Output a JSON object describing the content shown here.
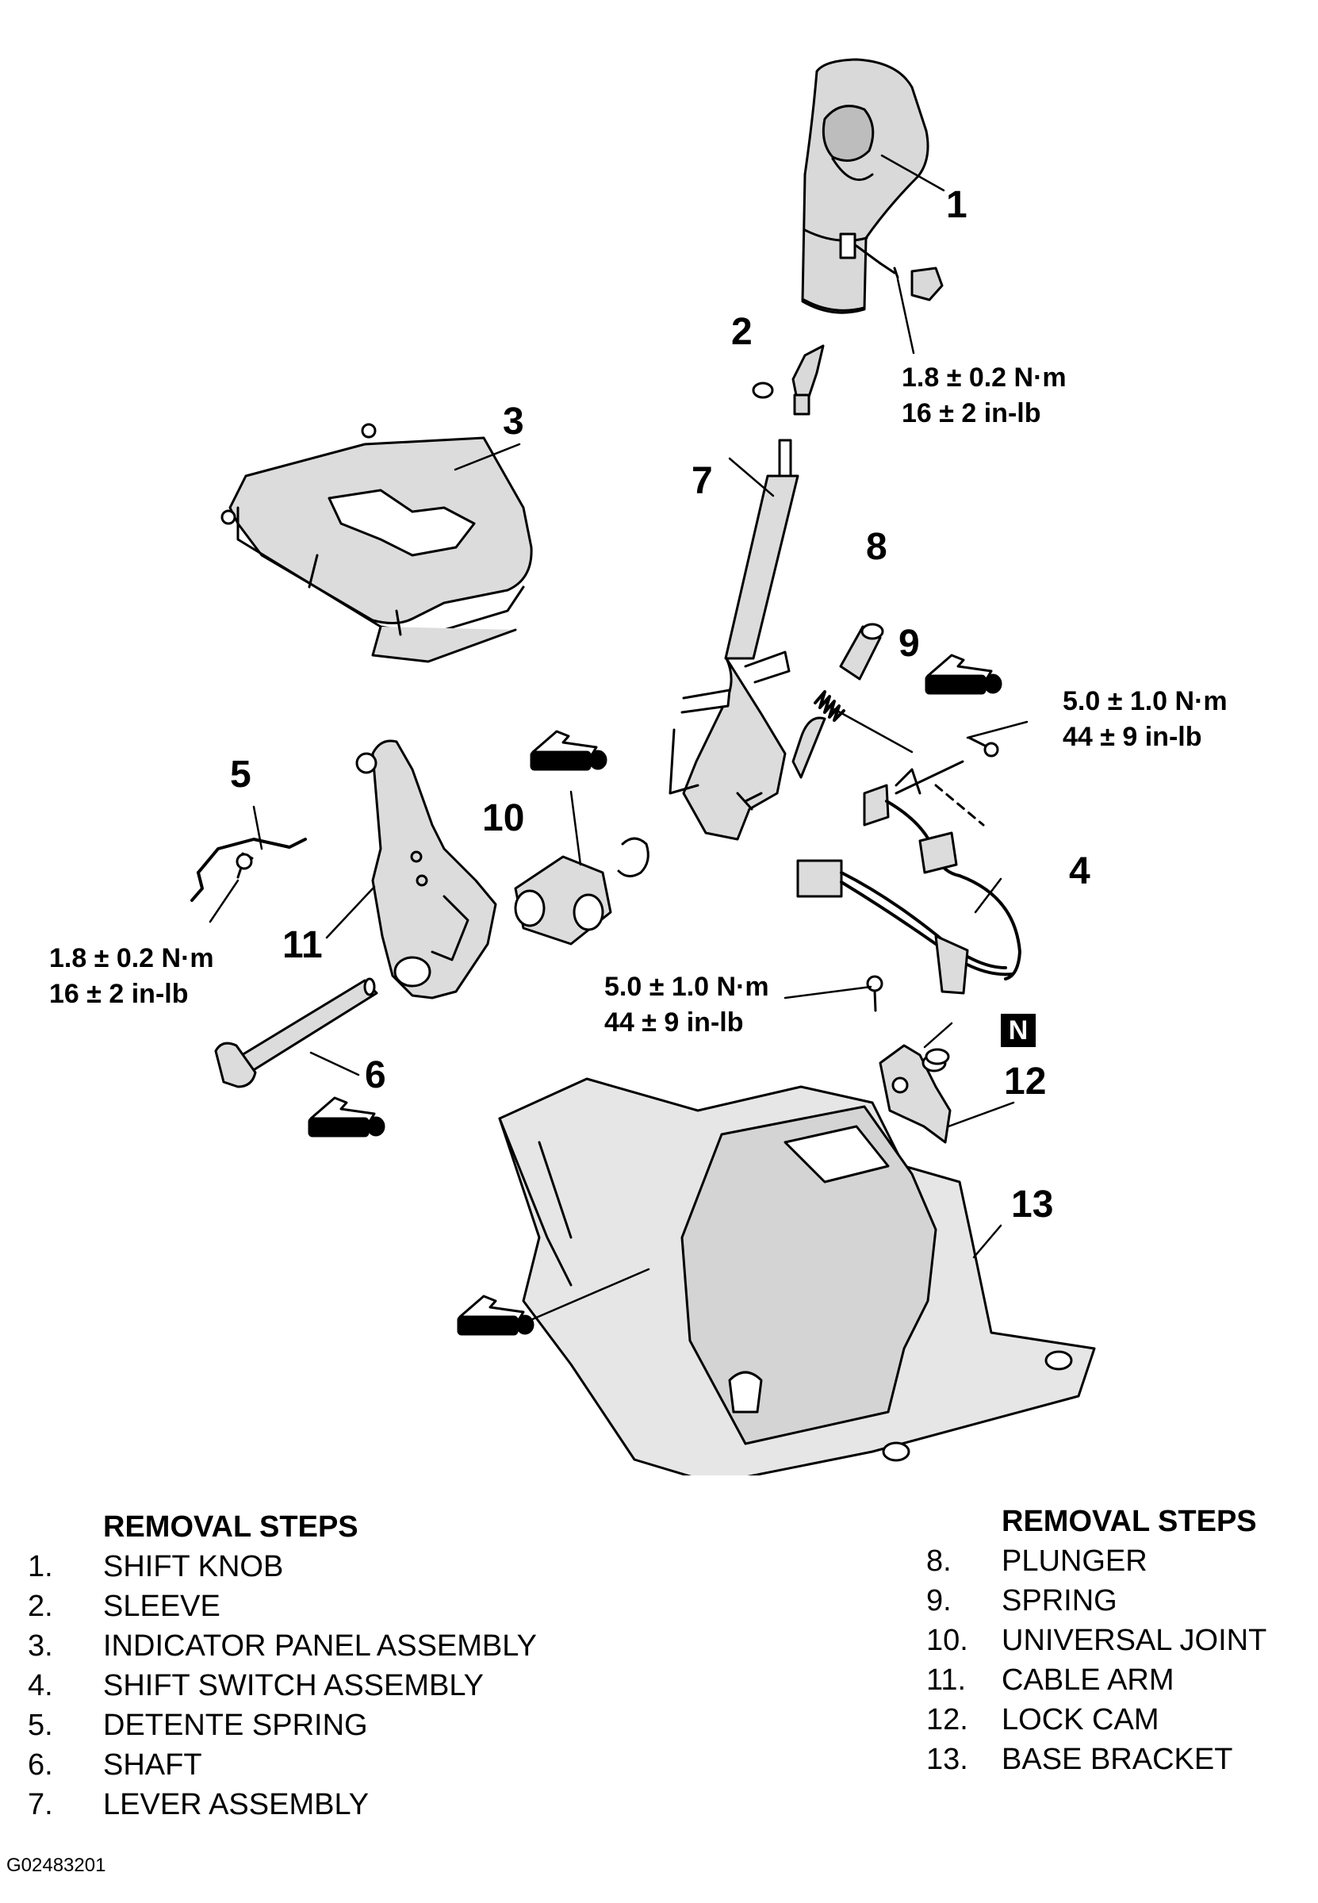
{
  "callouts": [
    {
      "id": "1",
      "label": "1"
    },
    {
      "id": "2",
      "label": "2"
    },
    {
      "id": "3",
      "label": "3"
    },
    {
      "id": "4",
      "label": "4"
    },
    {
      "id": "5",
      "label": "5"
    },
    {
      "id": "6",
      "label": "6"
    },
    {
      "id": "7",
      "label": "7"
    },
    {
      "id": "8",
      "label": "8"
    },
    {
      "id": "9",
      "label": "9"
    },
    {
      "id": "10",
      "label": "10"
    },
    {
      "id": "11",
      "label": "11"
    },
    {
      "id": "12",
      "label": "12"
    },
    {
      "id": "13",
      "label": "13"
    }
  ],
  "torque_specs": [
    {
      "metric": "1.8 ± 0.2 N·m",
      "imperial": "16 ± 2 in-lb"
    },
    {
      "metric": "5.0 ± 1.0 N·m",
      "imperial": "44 ± 9 in-lb"
    },
    {
      "metric": "1.8 ± 0.2 N·m",
      "imperial": "16 ± 2 in-lb"
    },
    {
      "metric": "5.0 ± 1.0 N·m",
      "imperial": "44 ± 9 in-lb"
    }
  ],
  "n_badge": "N",
  "removal_steps_left": {
    "heading": "REMOVAL STEPS",
    "steps": [
      {
        "num": "1.",
        "name": "SHIFT KNOB"
      },
      {
        "num": "2.",
        "name": "SLEEVE"
      },
      {
        "num": "3.",
        "name": "INDICATOR PANEL ASSEMBLY"
      },
      {
        "num": "4.",
        "name": "SHIFT SWITCH ASSEMBLY"
      },
      {
        "num": "5.",
        "name": "DETENTE SPRING"
      },
      {
        "num": "6.",
        "name": "SHAFT"
      },
      {
        "num": "7.",
        "name": "LEVER ASSEMBLY"
      }
    ]
  },
  "removal_steps_right": {
    "heading": "REMOVAL STEPS",
    "steps": [
      {
        "num": "8.",
        "name": "PLUNGER"
      },
      {
        "num": "9.",
        "name": "SPRING"
      },
      {
        "num": "10.",
        "name": "UNIVERSAL JOINT"
      },
      {
        "num": "11.",
        "name": "CABLE ARM"
      },
      {
        "num": "12.",
        "name": "LOCK CAM"
      },
      {
        "num": "13.",
        "name": "BASE BRACKET"
      }
    ]
  },
  "figure_code": "G02483201"
}
